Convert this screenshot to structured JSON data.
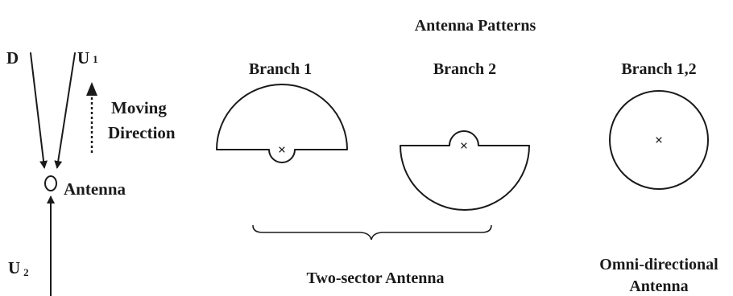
{
  "title": "Antenna Patterns",
  "signals": {
    "d": "D",
    "u1_base": "U",
    "u1_sub": "1",
    "u2_base": "U",
    "u2_sub": "2"
  },
  "moving_direction": {
    "line1": "Moving",
    "line2": "Direction"
  },
  "antenna_label": "Antenna",
  "patterns": {
    "branch1": "Branch 1",
    "branch2": "Branch 2",
    "branch12": "Branch 1,2",
    "center_mark": "×"
  },
  "groups": {
    "two_sector": "Two-sector Antenna",
    "omni_line1": "Omni-directional",
    "omni_line2": "Antenna"
  }
}
